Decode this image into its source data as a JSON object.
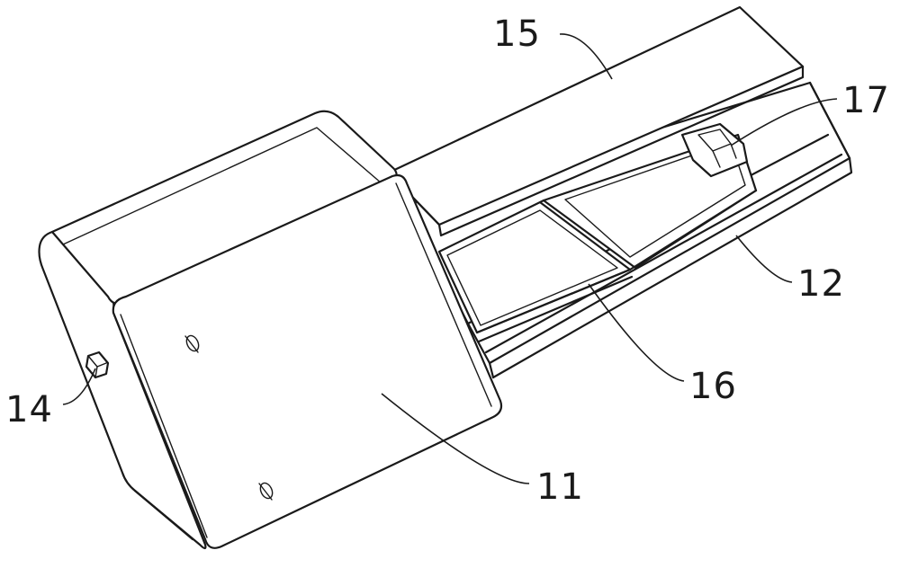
{
  "labels": {
    "part_11": "11",
    "part_12": "12",
    "part_14": "14",
    "part_15": "15",
    "part_16": "16",
    "part_17": "17"
  },
  "colors": {
    "stroke": "#1a1a1a",
    "background": "#ffffff"
  }
}
